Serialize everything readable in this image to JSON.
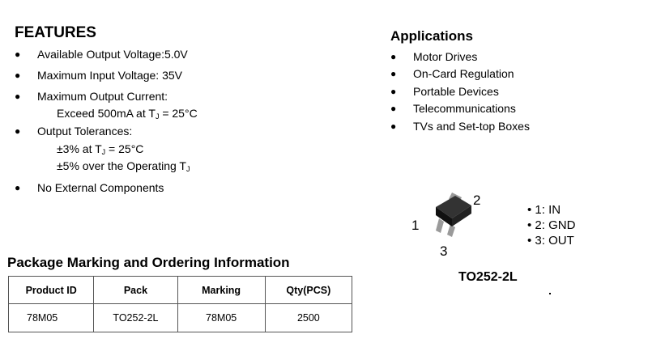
{
  "features": {
    "title": "FEATURES",
    "items": [
      {
        "text": "Available Output Voltage:5.0V"
      },
      {
        "text": "Maximum Input Voltage: 35V"
      },
      {
        "text": "Maximum Output Current:"
      },
      {
        "text": "Output Tolerances:"
      },
      {
        "text": "No External Components"
      }
    ],
    "current_detail": {
      "pre": "Exceed 500mA at T",
      "sub": "J",
      "post": " = 25°C"
    },
    "tolerance_1": {
      "pre": "±3% at T",
      "sub": "J",
      "post": " = 25°C"
    },
    "tolerance_2": {
      "pre": "±5% over the Operating T",
      "sub": "J",
      "post": ""
    }
  },
  "applications": {
    "title": "Applications",
    "items": [
      "Motor Drives",
      "On-Card Regulation",
      "Portable Devices",
      "Telecommunications",
      "TVs and Set-top Boxes"
    ]
  },
  "package_diagram": {
    "pin_labels": [
      "1",
      "2",
      "3"
    ],
    "pin_list": [
      "• 1: IN",
      "• 2: GND",
      "• 3: OUT"
    ],
    "caption": "TO252-2L"
  },
  "ordering": {
    "title": "Package Marking and Ordering Information",
    "headers": [
      "Product ID",
      "Pack",
      "Marking",
      "Qty(PCS)"
    ],
    "rows": [
      [
        "78M05",
        "TO252-2L",
        "78M05",
        "2500"
      ]
    ]
  },
  "colors": {
    "background": "#ffffff",
    "text": "#000000",
    "package_body": "#111111",
    "package_leads": "#9a9a9a"
  }
}
